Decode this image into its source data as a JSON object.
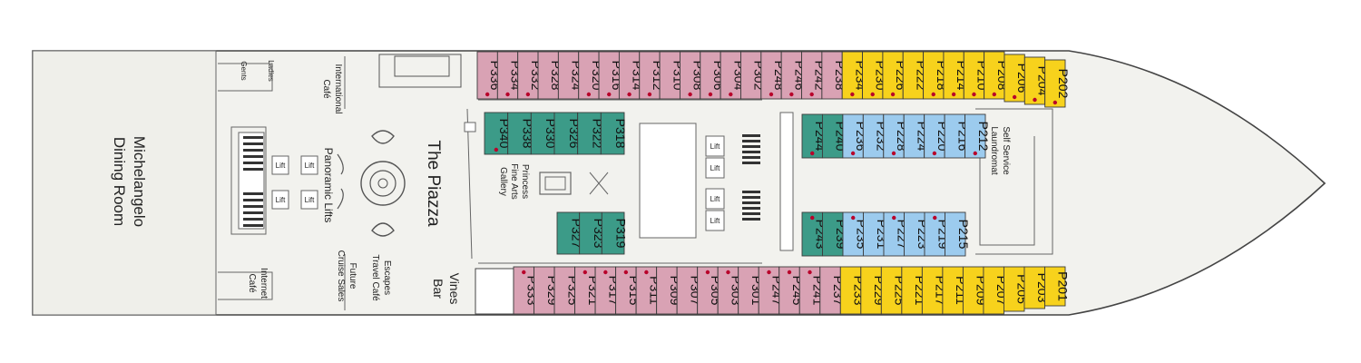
{
  "colors": {
    "pink": "#d9a2b4",
    "yellow": "#f7d21c",
    "blue": "#9ccbee",
    "teal": "#3c9b88",
    "hull": "#f2f2ee",
    "line": "#555555"
  },
  "labels": {
    "dining": [
      "Michelangelo",
      "Dining Room"
    ],
    "piazza": "The Piazza",
    "lifts": "Panoramic Lifts",
    "intl_cafe": [
      "International",
      "Café"
    ],
    "internet_cafe": [
      "Internet",
      "Café"
    ],
    "escapes": [
      "Escapes",
      "Travel Café"
    ],
    "future": [
      "Future",
      "Cruise Sales"
    ],
    "vines": [
      "Vines",
      "Bar"
    ],
    "fine_arts": [
      "Princess",
      "Fine Arts",
      "Gallery"
    ],
    "laundry": [
      "Self Service",
      "Laundromat"
    ],
    "ladies": "Ladies",
    "gents": "Gents",
    "lift": "Lift"
  },
  "cabins": {
    "top_row": [
      {
        "id": "P336",
        "color": "pink",
        "dot": true
      },
      {
        "id": "P334",
        "color": "pink",
        "dot": true
      },
      {
        "id": "P332",
        "color": "pink",
        "dot": true
      },
      {
        "id": "P328",
        "color": "pink",
        "dot": false
      },
      {
        "id": "P324",
        "color": "pink",
        "dot": false
      },
      {
        "id": "P320",
        "color": "pink",
        "dot": true
      },
      {
        "id": "P316",
        "color": "pink",
        "dot": true
      },
      {
        "id": "P314",
        "color": "pink",
        "dot": true
      },
      {
        "id": "P312",
        "color": "pink",
        "dot": true
      },
      {
        "id": "P310",
        "color": "pink",
        "dot": false
      },
      {
        "id": "P308",
        "color": "pink",
        "dot": true
      },
      {
        "id": "P306",
        "color": "pink",
        "dot": true
      },
      {
        "id": "P304",
        "color": "pink",
        "dot": true
      },
      {
        "id": "P302",
        "color": "pink",
        "dot": false
      },
      {
        "id": "P248",
        "color": "pink",
        "dot": true
      },
      {
        "id": "P246",
        "color": "pink",
        "dot": true
      },
      {
        "id": "P242",
        "color": "pink",
        "dot": true
      },
      {
        "id": "P238",
        "color": "pink",
        "dot": false
      },
      {
        "id": "P234",
        "color": "yellow",
        "dot": true
      },
      {
        "id": "P230",
        "color": "yellow",
        "dot": true
      },
      {
        "id": "P226",
        "color": "yellow",
        "dot": true
      },
      {
        "id": "P222",
        "color": "yellow",
        "dot": false
      },
      {
        "id": "P218",
        "color": "yellow",
        "dot": true
      },
      {
        "id": "P214",
        "color": "yellow",
        "dot": true
      },
      {
        "id": "P210",
        "color": "yellow",
        "dot": true
      },
      {
        "id": "P208",
        "color": "yellow",
        "dot": true
      },
      {
        "id": "P206",
        "color": "yellow",
        "dot": true
      },
      {
        "id": "P204",
        "color": "yellow",
        "dot": true
      },
      {
        "id": "P202",
        "color": "yellow",
        "dot": true
      }
    ],
    "bottom_row": [
      {
        "id": "P333",
        "color": "pink",
        "dot": true
      },
      {
        "id": "P329",
        "color": "pink",
        "dot": false
      },
      {
        "id": "P325",
        "color": "pink",
        "dot": false
      },
      {
        "id": "P321",
        "color": "pink",
        "dot": true
      },
      {
        "id": "P317",
        "color": "pink",
        "dot": true
      },
      {
        "id": "P315",
        "color": "pink",
        "dot": true
      },
      {
        "id": "P311",
        "color": "pink",
        "dot": true
      },
      {
        "id": "P309",
        "color": "pink",
        "dot": false
      },
      {
        "id": "P307",
        "color": "pink",
        "dot": false
      },
      {
        "id": "P305",
        "color": "pink",
        "dot": true
      },
      {
        "id": "P303",
        "color": "pink",
        "dot": true
      },
      {
        "id": "P301",
        "color": "pink",
        "dot": false
      },
      {
        "id": "P247",
        "color": "pink",
        "dot": true
      },
      {
        "id": "P245",
        "color": "pink",
        "dot": true
      },
      {
        "id": "P241",
        "color": "pink",
        "dot": true
      },
      {
        "id": "P237",
        "color": "pink",
        "dot": false
      },
      {
        "id": "P233",
        "color": "yellow",
        "dot": false
      },
      {
        "id": "P229",
        "color": "yellow",
        "dot": false
      },
      {
        "id": "P225",
        "color": "yellow",
        "dot": false
      },
      {
        "id": "P221",
        "color": "yellow",
        "dot": false
      },
      {
        "id": "P217",
        "color": "yellow",
        "dot": false
      },
      {
        "id": "P211",
        "color": "yellow",
        "dot": false
      },
      {
        "id": "P209",
        "color": "yellow",
        "dot": false
      },
      {
        "id": "P207",
        "color": "yellow",
        "dot": false
      },
      {
        "id": "P205",
        "color": "yellow",
        "dot": false
      },
      {
        "id": "P203",
        "color": "yellow",
        "dot": false
      },
      {
        "id": "P201",
        "color": "yellow",
        "dot": false
      }
    ],
    "inner_top_left": [
      {
        "id": "P340",
        "color": "teal",
        "dot": true
      },
      {
        "id": "P338",
        "color": "teal",
        "dot": false
      },
      {
        "id": "P330",
        "color": "teal",
        "dot": false
      },
      {
        "id": "P326",
        "color": "teal",
        "dot": false
      },
      {
        "id": "P322",
        "color": "teal",
        "dot": false
      },
      {
        "id": "P318",
        "color": "teal",
        "dot": false
      }
    ],
    "inner_bottom_left": [
      {
        "id": "P327",
        "color": "teal",
        "dot": false
      },
      {
        "id": "P323",
        "color": "teal",
        "dot": false
      },
      {
        "id": "P319",
        "color": "teal",
        "dot": false
      }
    ],
    "inner_top_right": [
      {
        "id": "P244",
        "color": "teal",
        "dot": true
      },
      {
        "id": "P240",
        "color": "teal",
        "dot": false
      },
      {
        "id": "P236",
        "color": "blue",
        "dot": true
      },
      {
        "id": "P232",
        "color": "blue",
        "dot": false
      },
      {
        "id": "P228",
        "color": "blue",
        "dot": true
      },
      {
        "id": "P224",
        "color": "blue",
        "dot": false
      },
      {
        "id": "P220",
        "color": "blue",
        "dot": true
      },
      {
        "id": "P216",
        "color": "blue",
        "dot": false
      },
      {
        "id": "P212",
        "color": "blue",
        "dot": true
      }
    ],
    "inner_bottom_right": [
      {
        "id": "P243",
        "color": "teal",
        "dot": true
      },
      {
        "id": "P239",
        "color": "teal",
        "dot": false
      },
      {
        "id": "P235",
        "color": "blue",
        "dot": true
      },
      {
        "id": "P231",
        "color": "blue",
        "dot": false
      },
      {
        "id": "P227",
        "color": "blue",
        "dot": true
      },
      {
        "id": "P223",
        "color": "blue",
        "dot": false
      },
      {
        "id": "P219",
        "color": "blue",
        "dot": true
      },
      {
        "id": "P215",
        "color": "blue",
        "dot": false
      }
    ]
  }
}
